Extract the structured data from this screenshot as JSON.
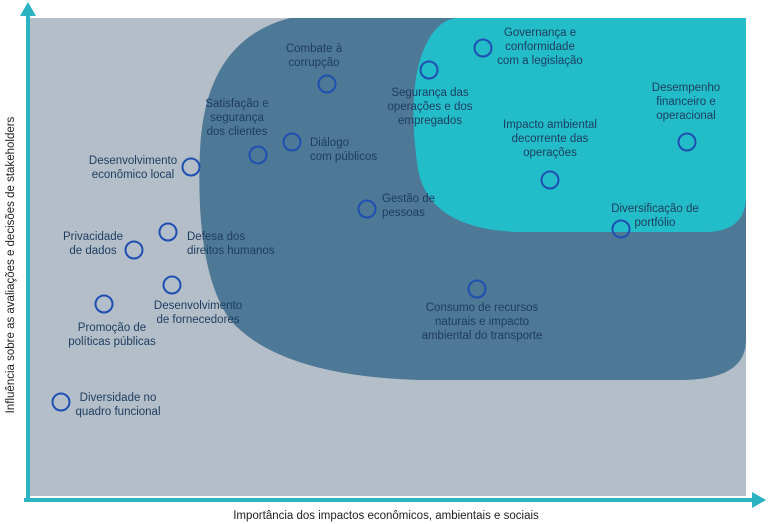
{
  "axes": {
    "x_title": "Importância dos impactos econômicos, ambientais e sociais",
    "y_title": "Influência sobre as avaliações e decisões de stakeholders"
  },
  "colors": {
    "background_zone": "#b3bec8",
    "middle_zone": "#4d7896",
    "top_zone": "#22bdc9",
    "axis": "#2ab3c2",
    "marker": "#1f4fb0",
    "text": "#1d3c5f"
  },
  "topics": [
    {
      "id": "combate-corrupcao",
      "label": [
        "Combate à",
        "corrupção"
      ]
    },
    {
      "id": "governanca",
      "label": [
        "Governança e",
        "conformidade",
        "com a legislação"
      ]
    },
    {
      "id": "seguranca-operacoes",
      "label": [
        "Segurança das",
        "operações e dos",
        "empregados"
      ]
    },
    {
      "id": "satisfacao-clientes",
      "label": [
        "Satisfação e",
        "segurança",
        "dos clientes"
      ]
    },
    {
      "id": "dialogo-publicos",
      "label": [
        "Diálogo",
        "com públicos"
      ]
    },
    {
      "id": "impacto-ambiental",
      "label": [
        "Impacto ambiental",
        "decorrente das",
        "operações"
      ]
    },
    {
      "id": "desempenho",
      "label": [
        "Desempenho",
        "financeiro e",
        "operacional"
      ]
    },
    {
      "id": "desenvolvimento-economico",
      "label": [
        "Desenvolvimento",
        "econômico local"
      ]
    },
    {
      "id": "gestao-pessoas",
      "label": [
        "Gestão de",
        "pessoas"
      ]
    },
    {
      "id": "diversificacao",
      "label": [
        "Diversificação de",
        "portfólio"
      ]
    },
    {
      "id": "privacidade",
      "label": [
        "Privacidade",
        "de dados"
      ]
    },
    {
      "id": "defesa-direitos",
      "label": [
        "Defesa dos",
        "direitos humanos"
      ]
    },
    {
      "id": "consumo-recursos",
      "label": [
        "Consumo de recursos",
        "naturais e impacto",
        "ambiental do transporte"
      ]
    },
    {
      "id": "desenvolvimento-fornecedores",
      "label": [
        "Desenvolvimento",
        "de fornecedores"
      ]
    },
    {
      "id": "promocao-politicas",
      "label": [
        "Promoção de",
        "políticas públicas"
      ]
    },
    {
      "id": "diversidade",
      "label": [
        "Diversidade no",
        "quadro funcional"
      ]
    }
  ]
}
